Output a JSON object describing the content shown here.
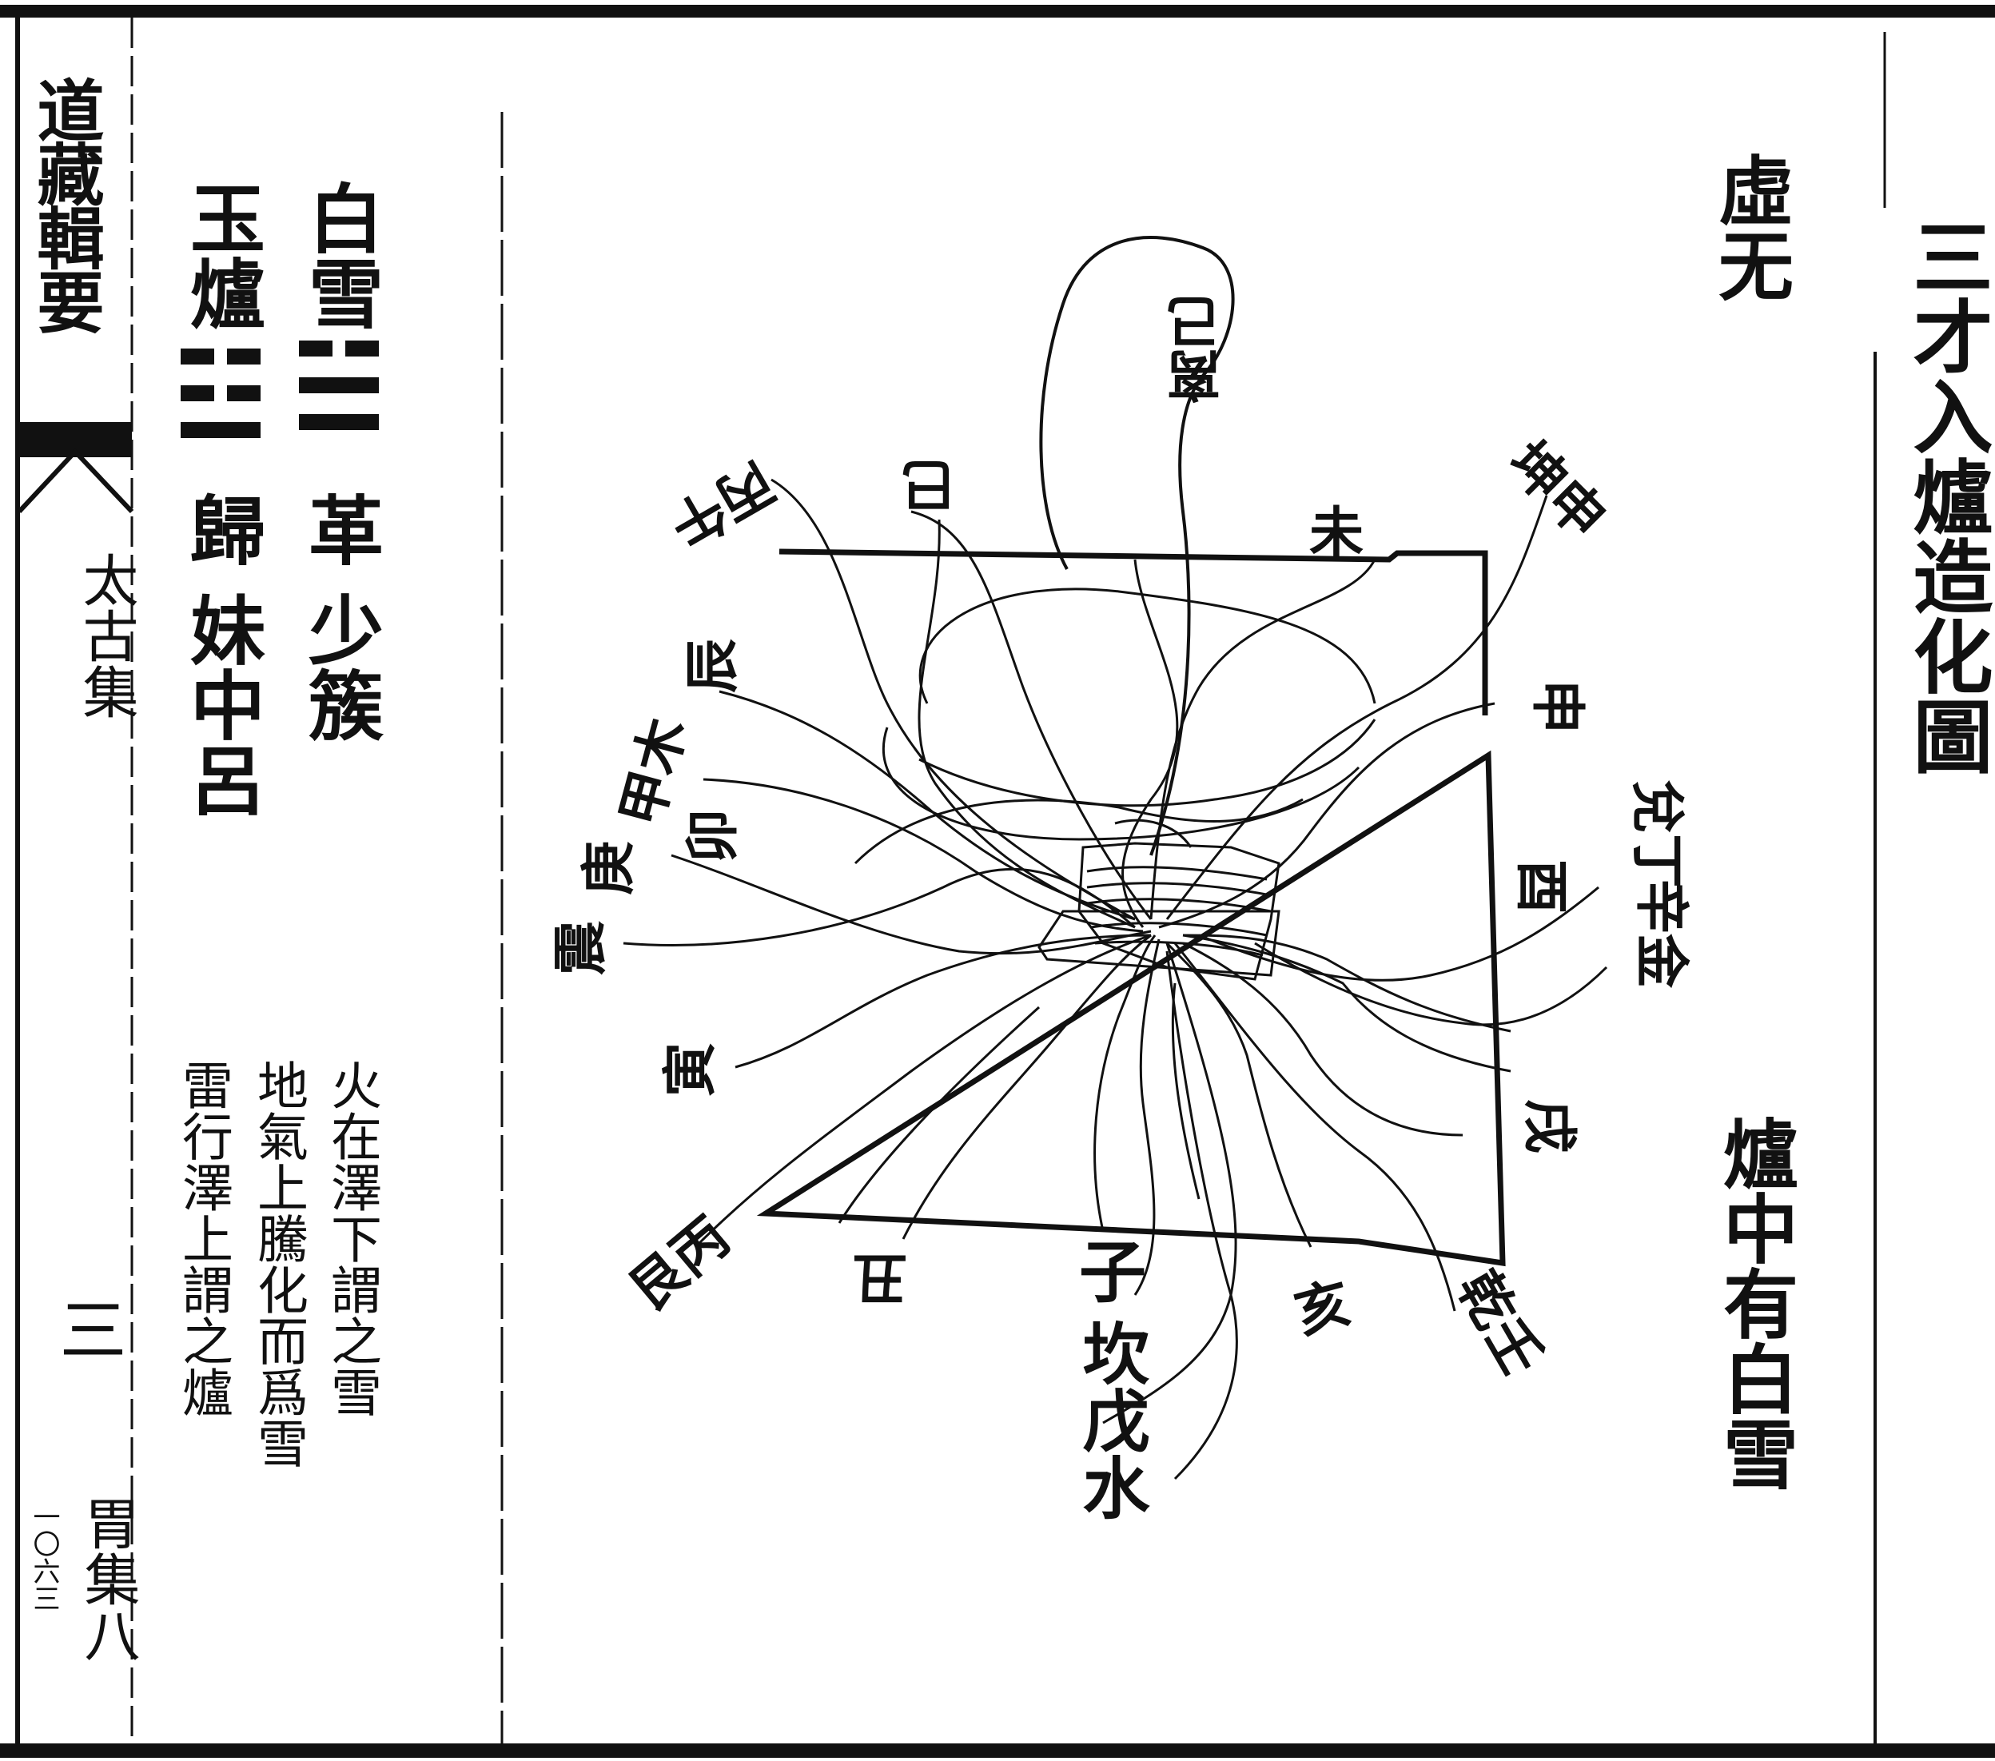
{
  "title": "三才入爐造化圖",
  "heading_void": "虛无",
  "caption_right": "爐中有白雪",
  "sidebar": {
    "collection": "道藏輯要",
    "subcollection": "太古集",
    "page_number": "三",
    "volume": "胃集八",
    "folio": "一〇六三"
  },
  "hexagram_text": {
    "line1_left": "白雪",
    "line1_middle": "革",
    "line1_right": "少簇",
    "line2_left": "玉爐",
    "line2_middle": "歸",
    "line2_right": "妹中呂"
  },
  "commentary": [
    "火在澤下謂之雪",
    "地氣上騰化而爲雪",
    "雷行澤上謂之爐"
  ],
  "diagram_labels": {
    "li_ji": "离己",
    "si": "巳",
    "bing_wu": "丙午",
    "wei": "未",
    "kun_shen": "坤申",
    "chen": "辰",
    "jia_mu": "甲木",
    "mao": "卯",
    "geng": "庚",
    "zhen": "震",
    "yin": "寅",
    "gen_bing": "艮丙",
    "chou": "丑",
    "zi": "子",
    "kan_wu_shui": "坎戊水",
    "hai": "亥",
    "qian_ren": "乾壬",
    "xu": "戌",
    "xin_jin": "辛金",
    "dui_ding": "兌丁",
    "you": "酉",
    "shen": "申"
  }
}
